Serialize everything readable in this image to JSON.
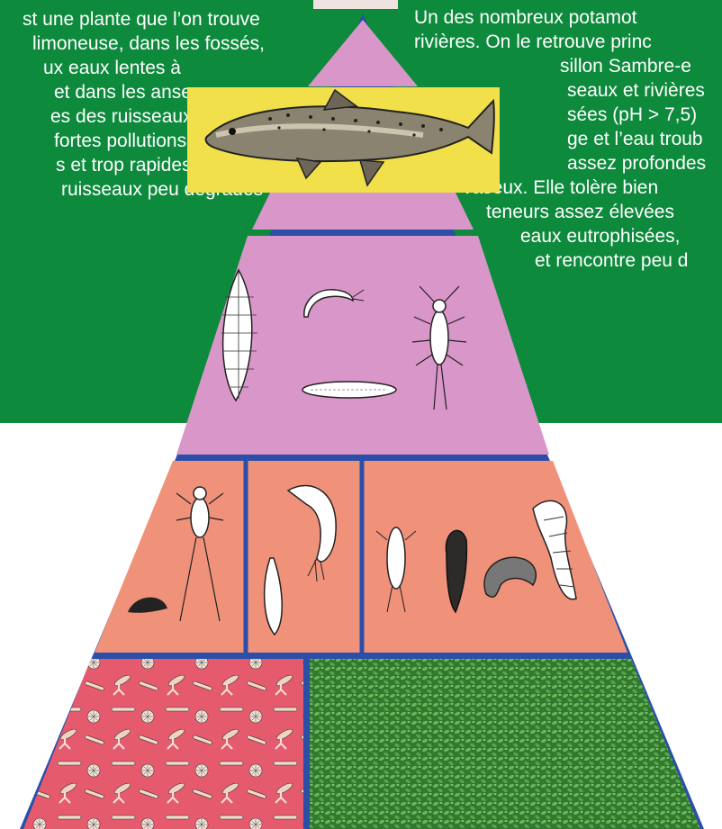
{
  "left_text": {
    "lines": [
      "st une plante que l’on trouve",
      "limoneuse, dans les fossés,",
      "ux eaux lentes à",
      "et dans les anses",
      "es des ruisseaux.",
      "fortes pollutions,",
      "s et trop rapides. On la",
      "ruisseaux peu dégradés"
    ]
  },
  "right_text": {
    "lines": [
      "Un des nombreux potamot",
      "rivières. On le retrouve princ",
      "sillon Sambre-e",
      "seaux et rivières",
      "sées (pH > 7,5)",
      "ge et l’eau troub",
      "assez profondes",
      "vaseux. Elle tolère bien",
      "teneurs assez élevées",
      "eaux eutrophisées,",
      "et rencontre peu d"
    ]
  },
  "colors": {
    "green_bg": "#0d8a3c",
    "outline": "#2b4fa8",
    "tier_top_pink": "#d996c8",
    "tier_fish_yellow": "#f1e04a",
    "tier_orange": "#f0917a",
    "tier_red": "#e65a6e",
    "tier_algae_green": "#2f7a2e"
  },
  "pyramid": {
    "tiers": [
      {
        "name": "tier-apex",
        "content": "empty"
      },
      {
        "name": "tier-fish",
        "content": "trout illustration"
      },
      {
        "name": "tier-predators",
        "content": "leech, shrimp, nymph, flatworm"
      },
      {
        "name": "tier-invertebrates",
        "content": "mayfly nymph, snail, crustaceans, larvae"
      },
      {
        "name": "tier-producers",
        "content": "diatoms and algae"
      }
    ]
  }
}
